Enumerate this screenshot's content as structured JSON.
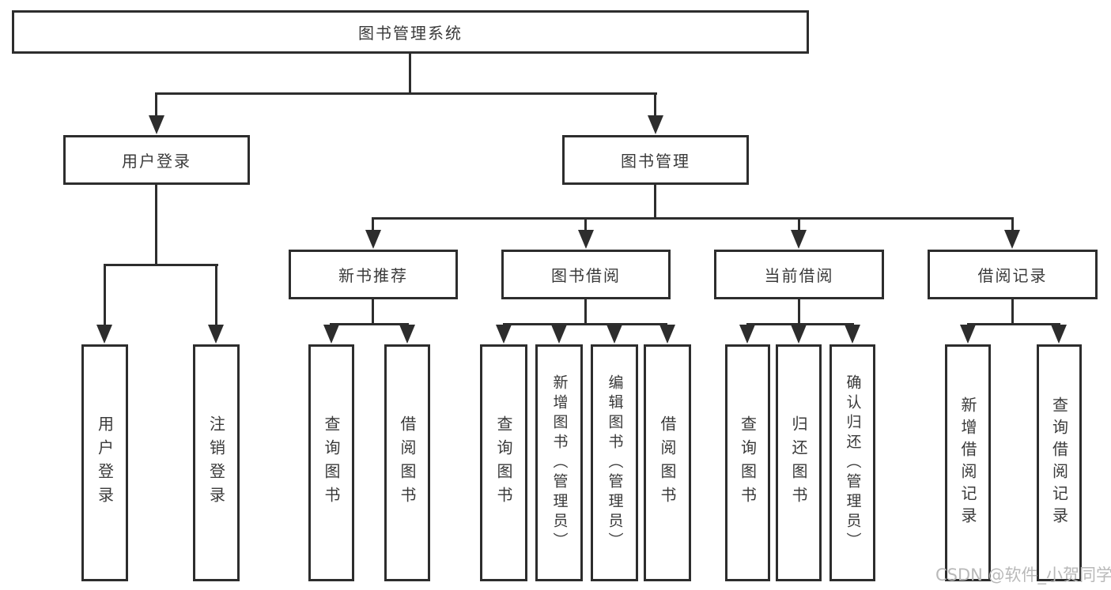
{
  "tree": {
    "root": "图书管理系统",
    "level2": [
      {
        "label": "用户登录",
        "children": [
          "用户登录",
          "注销登录"
        ]
      },
      {
        "label": "图书管理",
        "sections": [
          {
            "label": "新书推荐",
            "children": [
              "查询图书",
              "借阅图书"
            ]
          },
          {
            "label": "图书借阅",
            "children": [
              "查询图书",
              "新增图书（管理员）",
              "编辑图书（管理员）",
              "借阅图书"
            ]
          },
          {
            "label": "当前借阅",
            "children": [
              "查询图书",
              "归还图书",
              "确认归还（管理员）"
            ]
          },
          {
            "label": "借阅记录",
            "children": [
              "新增借阅记录",
              "查询借阅记录"
            ]
          }
        ]
      }
    ]
  },
  "watermark": {
    "text": "CSDN @软件_小贺同学"
  },
  "colors": {
    "line": "#2d2d2d",
    "text": "#3a3a3a",
    "watermark": "#b9b9b9",
    "background": "#ffffff"
  }
}
